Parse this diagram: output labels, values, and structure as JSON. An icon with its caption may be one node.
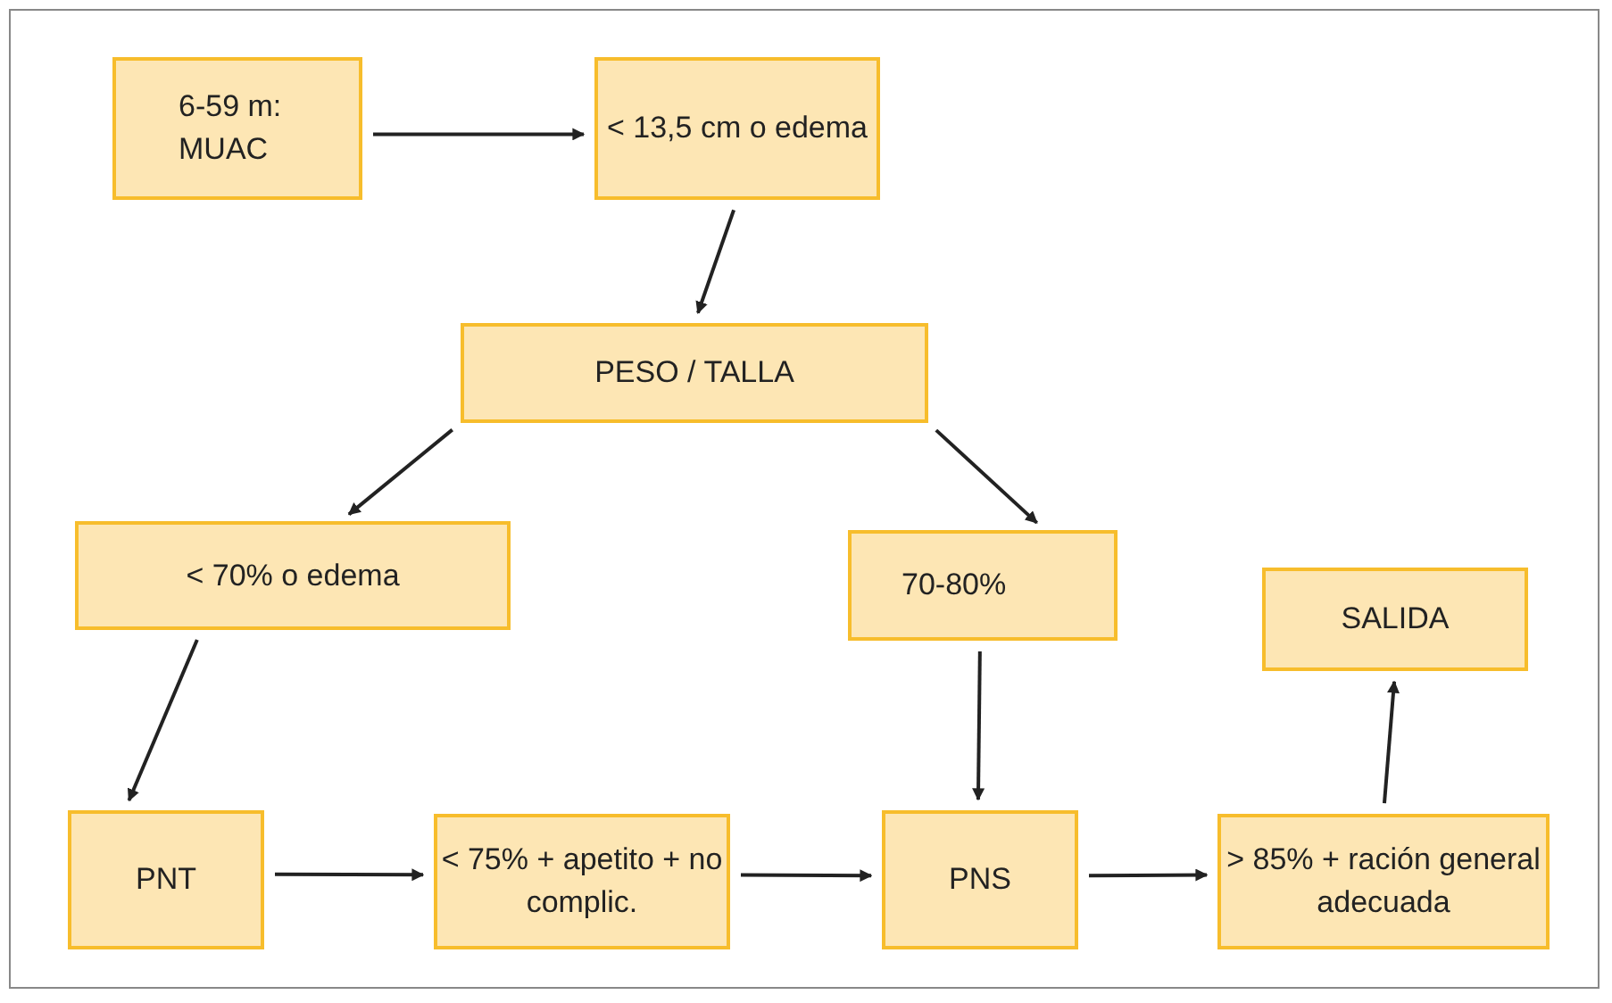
{
  "diagram": {
    "nodes": [
      {
        "text": [
          "6-59 m: MUAC"
        ]
      },
      {
        "text": [
          "< 13,5 cm o edema"
        ]
      },
      {
        "text": [
          "PESO / TALLA"
        ]
      },
      {
        "text": [
          "< 70% o edema"
        ]
      },
      {
        "text": [
          "70-80%"
        ]
      },
      {
        "text": [
          "SALIDA"
        ]
      },
      {
        "text": [
          "PNT"
        ]
      },
      {
        "text": [
          "< 75% + apetito + no complic."
        ]
      },
      {
        "text": [
          "PNS"
        ]
      },
      {
        "text": [
          "> 85% + ración general adecuada"
        ]
      }
    ],
    "edges": [
      {
        "from": 0,
        "to": 1,
        "arrow": "to"
      },
      {
        "from": 1,
        "to": 2,
        "arrow": "to"
      },
      {
        "from": 2,
        "to": 3,
        "arrow": "to"
      },
      {
        "from": 2,
        "to": 4,
        "arrow": "to"
      },
      {
        "from": 3,
        "to": 6,
        "arrow": "to"
      },
      {
        "from": 4,
        "to": 8,
        "arrow": "to"
      },
      {
        "from": 6,
        "to": 7,
        "arrow": "to"
      },
      {
        "from": 7,
        "to": 8,
        "arrow": "to"
      },
      {
        "from": 8,
        "to": 9,
        "arrow": "to"
      },
      {
        "from": 9,
        "to": 5,
        "arrow": "to"
      }
    ]
  }
}
